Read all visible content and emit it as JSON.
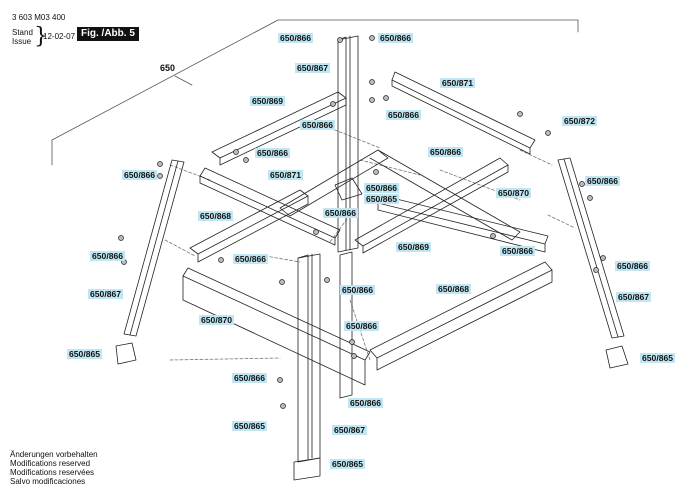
{
  "header": {
    "doc_number": "3 603 M03 400",
    "stand_label": "Stand",
    "issue_label": "Issue",
    "date": "12-02-07",
    "figure_label": "Fig. /Abb. 5"
  },
  "assembly_label": "650",
  "callouts": [
    "650/866",
    "650/866",
    "650/867",
    "650/869",
    "650/866",
    "650/866",
    "650/871",
    "650/872",
    "650/866",
    "650/866",
    "650/871",
    "650/866",
    "650/865",
    "650/870",
    "650/866",
    "650/866",
    "650/868",
    "650/869",
    "650/866",
    "650/866",
    "650/866",
    "650/866",
    "650/866",
    "650/867",
    "650/867",
    "650/868",
    "650/870",
    "650/866",
    "650/865",
    "650/865",
    "650/866",
    "650/866",
    "650/866",
    "650/867",
    "650/865"
  ],
  "footer_notes": [
    "Änderungen vorbehalten",
    "Modifications reserved",
    "Modifications reservées",
    "Salvo modificaciones"
  ]
}
